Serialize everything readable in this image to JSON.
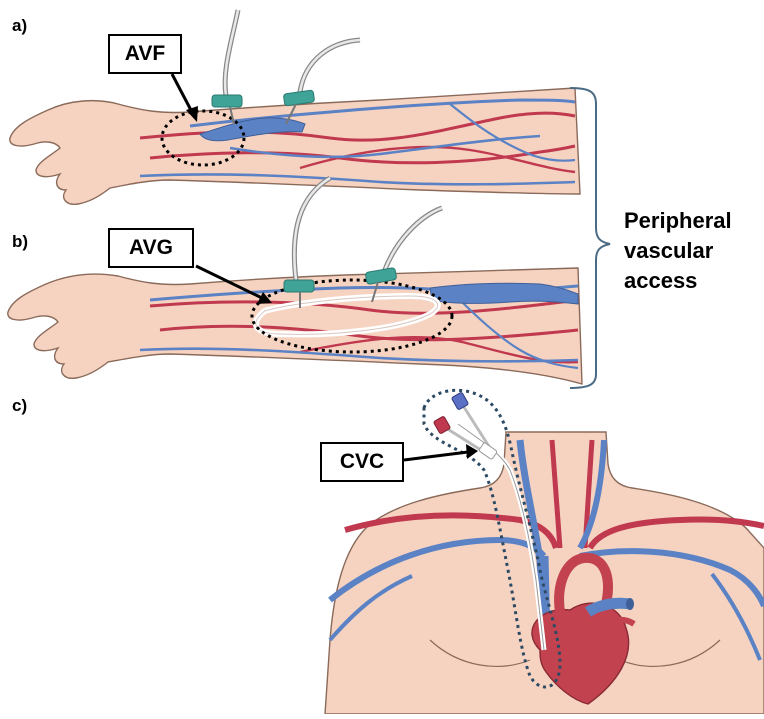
{
  "panels": {
    "a": {
      "label": "a)",
      "callout": "AVF"
    },
    "b": {
      "label": "b)",
      "callout": "AVG"
    },
    "c": {
      "label": "c)",
      "callout": "CVC"
    }
  },
  "bracket": {
    "lines": [
      "Peripheral",
      "vascular",
      "access"
    ]
  },
  "colors": {
    "skin": "#f6d3c1",
    "skin_outline": "#8a6a5a",
    "artery": "#c0394f",
    "vein": "#5b82c4",
    "needle_hub": "#3fa398",
    "graft": "#ffffff",
    "heart": "#c2424f",
    "bracket": "#4a6b86",
    "dotted_outline": "#000000",
    "cvc_outline": "#2c4a63"
  }
}
